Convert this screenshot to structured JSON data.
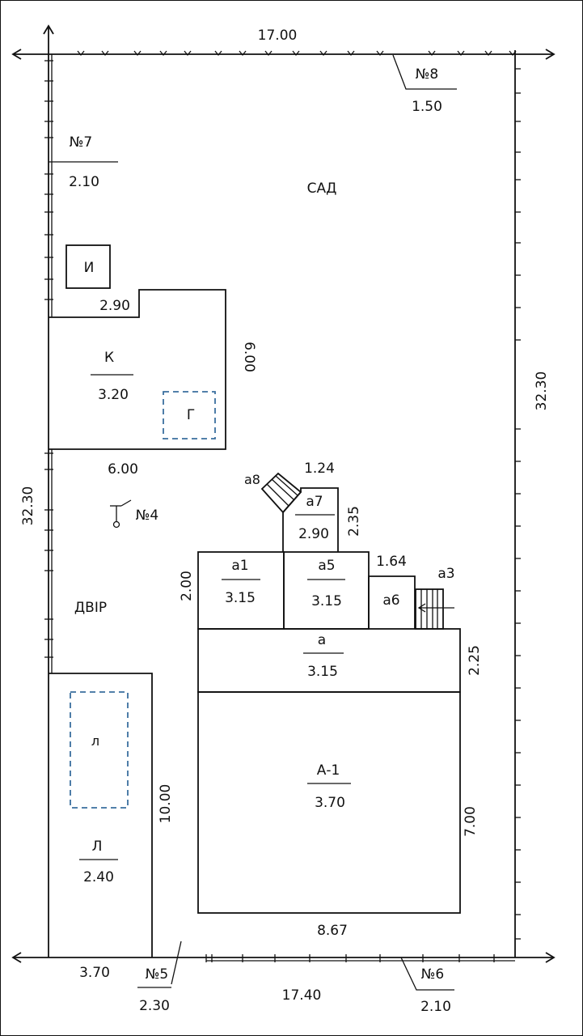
{
  "labels": {
    "top_len": "17.00",
    "n8_label": "№8",
    "n8_value": "1.50",
    "n7_label": "№7",
    "n7_value": "2.10",
    "garden": "САД",
    "i_box": "И",
    "dim_290": "2.90",
    "dim_600_v": "6.00",
    "k_label": "К",
    "k_value": "3.20",
    "g_label": "Г",
    "dim_600_h": "6.00",
    "right_len": "32.30",
    "left_len": "32.30",
    "n4": "№4",
    "a8": "а8",
    "dim_124": "1.24",
    "a7_label": "а7",
    "a7_value": "2.90",
    "dim_235": "2.35",
    "dim_164": "1.64",
    "a3": "а3",
    "dim_200": "2.00",
    "a1_label": "а1",
    "a1_value": "3.15",
    "a5_label": "а5",
    "a5_value": "3.15",
    "a6": "а6",
    "yard": "ДВІР",
    "a_label": "а",
    "a_value": "3.15",
    "dim_225": "2.25",
    "l_small": "л",
    "l_label": "Л",
    "l_value": "2.40",
    "dim_1000": "10.00",
    "a1main_label": "А-1",
    "a1main_value": "3.70",
    "dim_700": "7.00",
    "dim_867": "8.67",
    "dim_370": "3.70",
    "n5_label": "№5",
    "n5_value": "2.30",
    "bottom_len": "17.40",
    "n6_label": "№6",
    "n6_value": "2.10"
  }
}
